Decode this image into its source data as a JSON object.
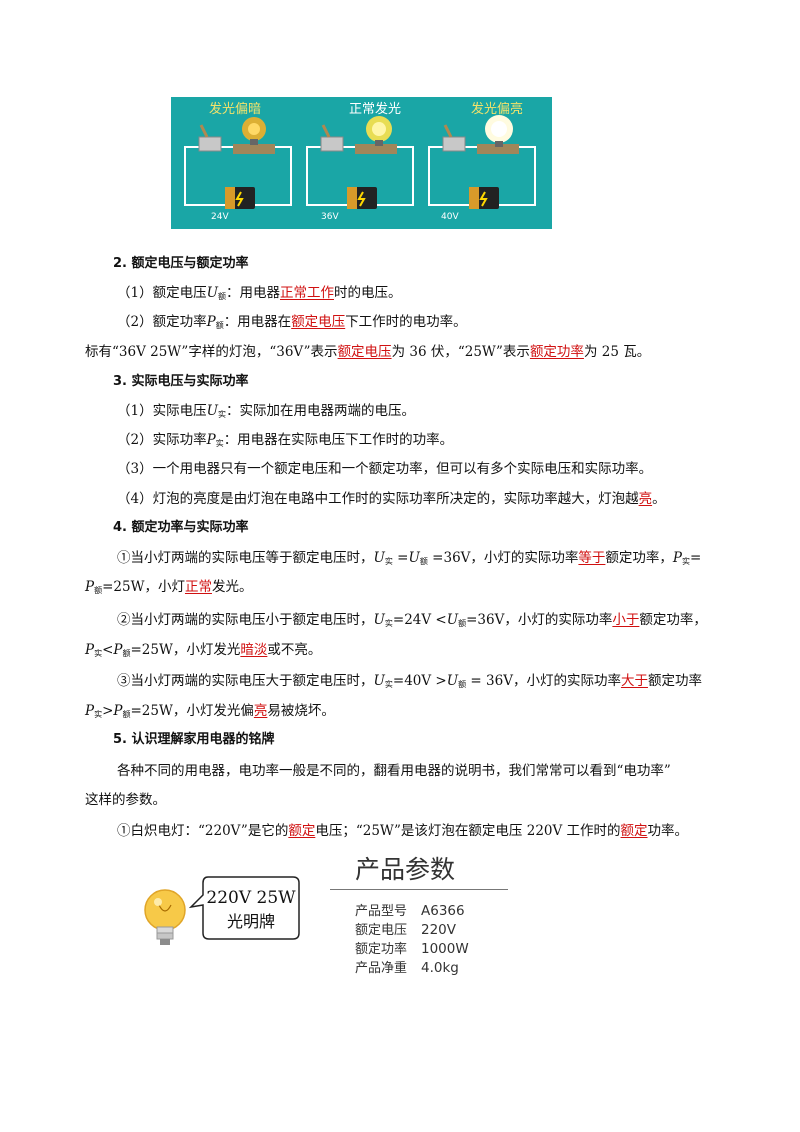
{
  "figure_top": {
    "panels": [
      {
        "status": "发光偏暗",
        "voltage": "24V",
        "status_color": "#f2e36b",
        "glow": "#ffb020"
      },
      {
        "status": "正常发光",
        "voltage": "36V",
        "status_color": "#ffffff",
        "glow": "#ffe34a"
      },
      {
        "status": "发光偏亮",
        "voltage": "40V",
        "status_color": "#f2e36b",
        "glow": "#fffbe0"
      }
    ],
    "background": "#1aa6a6"
  },
  "sec2": {
    "heading": "2. 额定电压与额定功率",
    "l1": {
      "a": "（1）额定电压",
      "var": "U",
      "sub": "额",
      "b": "：用电器",
      "ans": "正常工作",
      "c": "时的电压。"
    },
    "l2": {
      "a": "（2）额定功率",
      "var": "P",
      "sub": "额",
      "b": "：用电器在",
      "ans": "额定电压",
      "c": "下工作时的电功率。"
    },
    "l3": {
      "a": "标有“36V 25W”字样的灯泡，“36V”表示",
      "ans1": "额定电压",
      "b": "为 36 伏，“25W”表示",
      "ans2": "额定功率",
      "c": "为 25 瓦。"
    }
  },
  "sec3": {
    "heading": "3. 实际电压与实际功率",
    "l1": {
      "a": "（1）实际电压",
      "var": "U",
      "sub": "实",
      "b": "：实际加在用电器两端的电压。"
    },
    "l2": {
      "a": "（2）实际功率",
      "var": "P",
      "sub": "实",
      "b": "：用电器在实际电压下工作时的功率。"
    },
    "l3": "（3）一个用电器只有一个额定电压和一个额定功率，但可以有多个实际电压和实际功率。",
    "l4": {
      "a": "（4）灯泡的亮度是由灯泡在电路中工作时的实际功率所决定的，实际功率越大，灯泡越",
      "ans": "亮",
      "b": "。"
    }
  },
  "sec4": {
    "heading": "4. 额定功率与实际功率",
    "c1": {
      "a": "①当小灯两端的实际电压等于额定电压时，",
      "u1": "U",
      "s1": "实",
      "m": " =",
      "u2": "U",
      "s2": "额",
      "b": " =36V，小灯的实际功率",
      "ans1": "等于",
      "c": "额定功率，",
      "p1": "P",
      "ps1": "实",
      "d": "=",
      "p2": "P",
      "ps2": "额",
      "e": "=25W，小灯",
      "ans2": "正常",
      "f": "发光。"
    },
    "c2": {
      "a": "②当小灯两端的实际电压小于额定电压时，",
      "u1": "U",
      "s1": "实",
      "m": "=24V <",
      "u2": "U",
      "s2": "额",
      "b": "=36V，小灯的实际功率",
      "ans1": "小于",
      "c": "额定功率，",
      "p1": "P",
      "ps1": "实",
      "d": "<",
      "p2": "P",
      "ps2": "额",
      "e": "=25W，小灯发光",
      "ans2": "暗淡",
      "f": "或不亮。"
    },
    "c3": {
      "a": "③当小灯两端的实际电压大于额定电压时，",
      "u1": "U",
      "s1": "实",
      "m": "=40V >",
      "u2": "U",
      "s2": "额",
      "b": " = 36V，小灯的实际功率",
      "ans1": "大于",
      "c": "额定功率",
      "p1": "P",
      "ps1": "实",
      "d": ">",
      "p2": "P",
      "ps2": "额",
      "e": "=25W，小灯发光偏",
      "ans2": "亮",
      "f": "易被烧坏。"
    }
  },
  "sec5": {
    "heading": "5.   认识理解家用电器的铭牌",
    "p1a": "各种不同的用电器，电功率一般是不同的，翻看用电器的说明书，我们常常可以看到“电功率”",
    "p1b": "这样的参数。",
    "p2": {
      "a": "①白炽电灯：“220V”是它的",
      "ans1": "额定",
      "b": "电压；“25W”是该灯泡在额定电压 220V 工作时的",
      "ans2": "额定",
      "c": "功率。"
    }
  },
  "bulb_label": {
    "line1": "220V  25W",
    "line2": "光明牌"
  },
  "params": {
    "title": "产品参数",
    "rows": [
      {
        "k": "产品型号",
        "v": "A6366"
      },
      {
        "k": "额定电压",
        "v": "220V"
      },
      {
        "k": "额定功率",
        "v": "1000W"
      },
      {
        "k": "产品净重",
        "v": "4.0kg"
      }
    ]
  }
}
